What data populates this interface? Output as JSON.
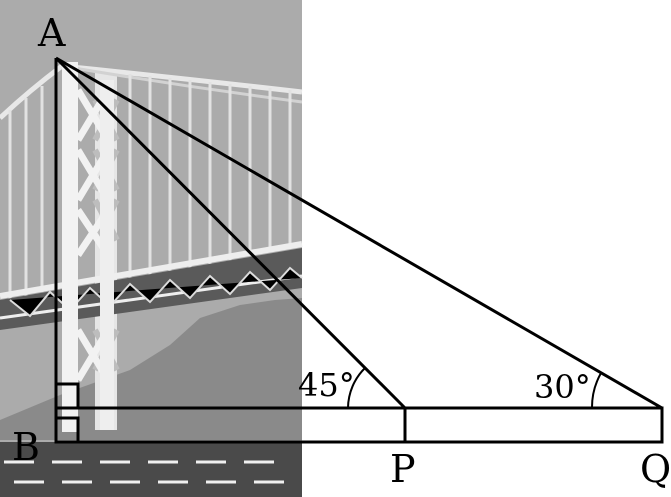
{
  "points": {
    "a": "A",
    "b": "B",
    "p": "P",
    "q": "Q"
  },
  "angles": {
    "at_p": "45°",
    "at_q": "30°"
  },
  "colors": {
    "photo_sky": "#ababab",
    "photo_frame": "#e8e8e8",
    "photo_tower": "#f2f2f2",
    "photo_deck": "#5a5a5a",
    "photo_hill": "#8a8a8a",
    "photo_road": "#4a4a4a",
    "line": "#000000"
  }
}
